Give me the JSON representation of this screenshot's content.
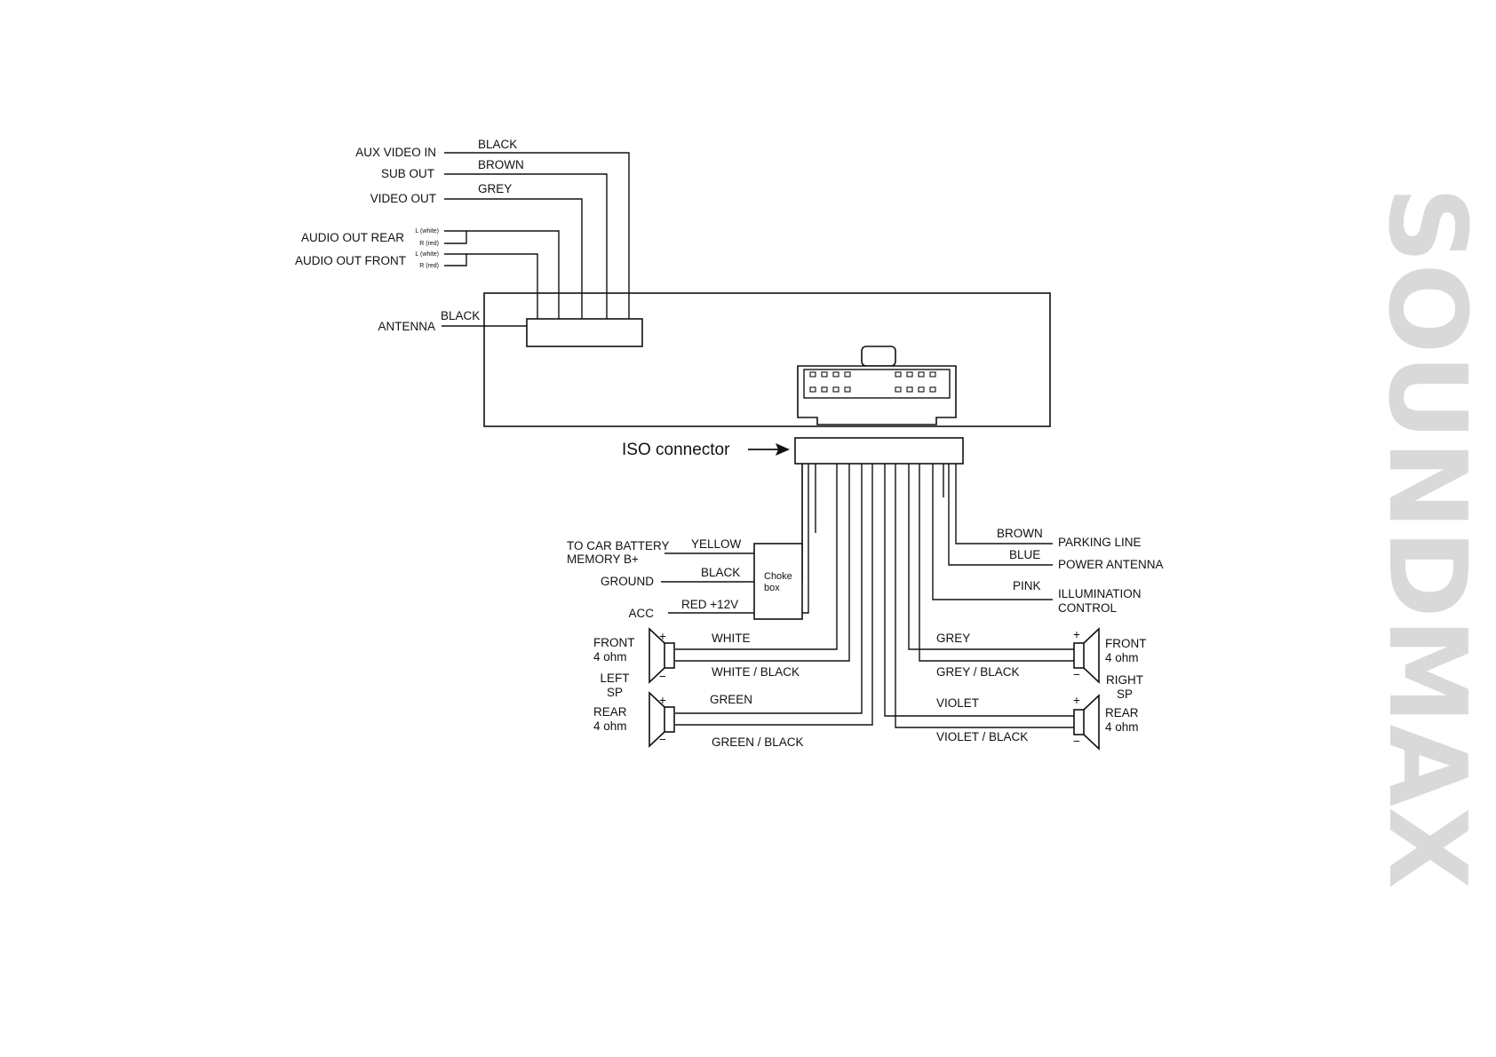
{
  "brand": "SOUNDMAX",
  "rca": [
    {
      "label": "AUX VIDEO IN",
      "wire": "BLACK"
    },
    {
      "label": "SUB OUT",
      "wire": "BROWN"
    },
    {
      "label": "VIDEO OUT",
      "wire": "GREY"
    },
    {
      "label": "AUDIO OUT REAR",
      "left": "L (white)",
      "right": "R (red)"
    },
    {
      "label": "AUDIO OUT FRONT",
      "left": "L (white)",
      "right": "R (red)"
    }
  ],
  "antenna": {
    "label": "ANTENNA",
    "wire": "BLACK"
  },
  "iso_label": "ISO connector",
  "left_power": {
    "battery_line1": "TO CAR BATTERY",
    "battery_line2": "MEMORY B+",
    "battery_wire": "YELLOW",
    "ground": "GROUND",
    "ground_wire": "BLACK",
    "acc": "ACC",
    "acc_wire": "RED +12V",
    "choke_line1": "Choke",
    "choke_line2": "box"
  },
  "right_power": {
    "parking": "PARKING LINE",
    "parking_wire": "BROWN",
    "antenna": "POWER ANTENNA",
    "antenna_wire": "BLUE",
    "illum_line1": "ILLUMINATION",
    "illum_line2": "CONTROL",
    "illum_wire": "PINK"
  },
  "speakers": {
    "left": {
      "front": "FRONT",
      "front_ohm": "4 ohm",
      "rear": "REAR",
      "rear_ohm": "4 ohm",
      "side1": "LEFT",
      "side2": "SP",
      "front_pos": "WHITE",
      "front_neg": "WHITE / BLACK",
      "rear_pos": "GREEN",
      "rear_neg": "GREEN / BLACK"
    },
    "right": {
      "front": "FRONT",
      "front_ohm": "4 ohm",
      "rear": "REAR",
      "rear_ohm": "4 ohm",
      "side1": "RIGHT",
      "side2": "SP",
      "front_pos": "GREY",
      "front_neg": "GREY / BLACK",
      "rear_pos": "VIOLET",
      "rear_neg": "VIOLET / BLACK"
    },
    "plus": "+",
    "minus": "−"
  }
}
